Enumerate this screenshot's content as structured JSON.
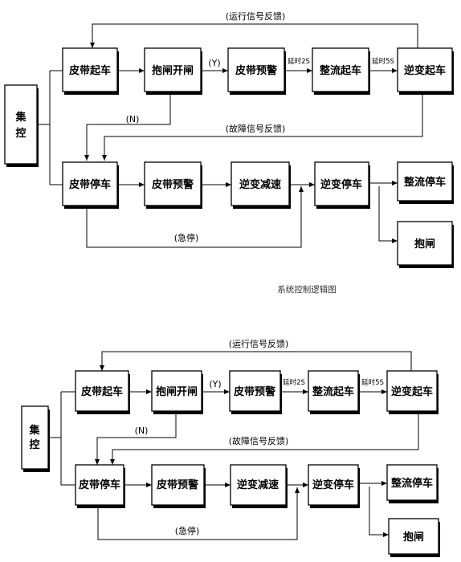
{
  "caption": "系统控制逻辑图",
  "diagrams": [
    {
      "nodes": {
        "jikong": "集\n控",
        "pidai_qiche": "皮带起车",
        "baozha_kaizha": "抱闸开闸",
        "pidai_yujing_top": "皮带预警",
        "zhengliu_qiche": "整流起车",
        "nibian_qiche": "逆变起车",
        "pidai_tingche": "皮带停车",
        "pidai_yujing_bottom": "皮带预警",
        "nibian_jiansu": "逆变减速",
        "nibian_tingche": "逆变停车",
        "zhengliu_tingche": "整流停车",
        "baozha": "抱闸"
      },
      "labels": {
        "run_feedback": "(运行信号反馈)",
        "fault_feedback": "(故障信号反馈)",
        "yes": "(Y)",
        "no": "(N)",
        "delay_2s": "延时2S",
        "delay_5s": "延时5S",
        "emergency": "(急停)"
      }
    },
    {
      "nodes": {
        "jikong": "集\n控",
        "pidai_qiche": "皮带起车",
        "baozha_kaizha": "抱闸开闸",
        "pidai_yujing_top": "皮带预警",
        "zhengliu_qiche": "整流起车",
        "nibian_qiche": "逆变起车",
        "pidai_tingche": "皮带停车",
        "pidai_yujing_bottom": "皮带预警",
        "nibian_jiansu": "逆变减速",
        "nibian_tingche": "逆变停车",
        "zhengliu_tingche": "整流停车",
        "baozha": "抱闸"
      },
      "labels": {
        "run_feedback": "(运行信号反馈)",
        "fault_feedback": "(故障信号反馈)",
        "yes": "(Y)",
        "no": "(N)",
        "delay_2s": "延时2S",
        "delay_5s": "延时5S",
        "emergency": "(急停)"
      }
    }
  ]
}
